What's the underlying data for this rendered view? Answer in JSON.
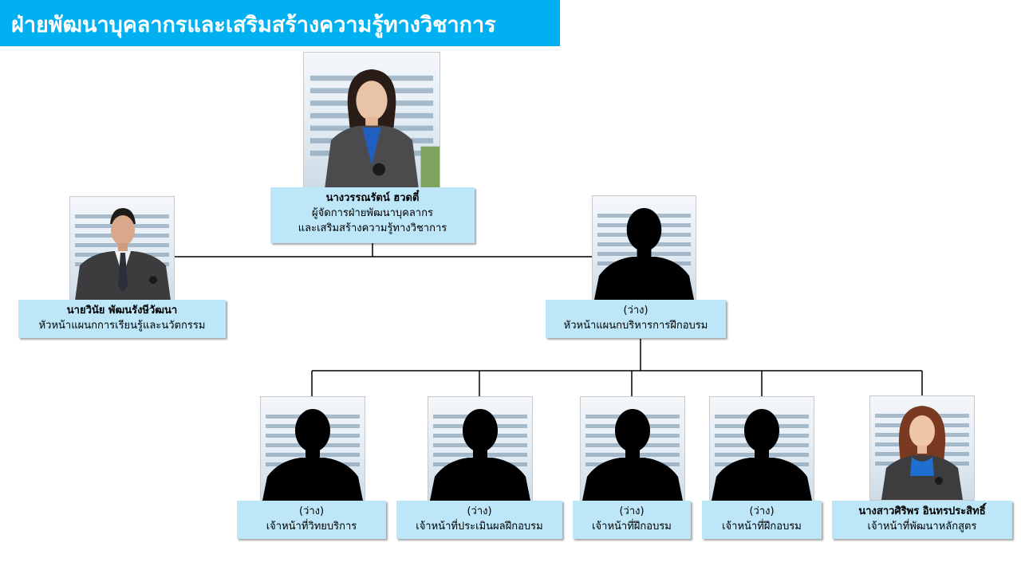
{
  "header": {
    "title": "ฝ่ายพัฒนาบุคลากรและเสริมสร้างความรู้ทางวิชาการ"
  },
  "colors": {
    "title_bar": "#00b0f0",
    "label_fill": "#bde6f8",
    "connector": "#000000"
  },
  "nodes": {
    "manager": {
      "name": "นางวรรณรัตน์ ฮวดตี๋",
      "position_line1": "ผู้จัดการฝ่ายพัฒนาบุคลากร",
      "position_line2": "และเสริมสร้างความรู้ทางวิชาการ",
      "photo": "woman-portrait"
    },
    "head_learning": {
      "name": "นายวินัย พัฒนรังษีวัฒนา",
      "position": "หัวหน้าแผนกการเรียนรู้และนวัตกรรม",
      "photo": "man-portrait"
    },
    "head_training": {
      "name": "(ว่าง)",
      "position": "หัวหน้าแผนกบริหารการฝึกอบรม",
      "photo": "silhouette"
    },
    "staff": [
      {
        "name": "(ว่าง)",
        "position": "เจ้าหน้าที่วิทยบริการ",
        "photo": "silhouette"
      },
      {
        "name": "(ว่าง)",
        "position": "เจ้าหน้าที่ประเมินผลฝึกอบรม",
        "photo": "silhouette"
      },
      {
        "name": "(ว่าง)",
        "position": "เจ้าหน้าที่ฝึกอบรม",
        "photo": "silhouette"
      },
      {
        "name": "(ว่าง)",
        "position": "เจ้าหน้าที่ฝึกอบรม",
        "photo": "silhouette"
      },
      {
        "name": "นางสาวศิริพร อินทรประสิทธิ์",
        "position": "เจ้าหน้าที่พัฒนาหลักสูตร",
        "photo": "woman-portrait"
      }
    ]
  }
}
